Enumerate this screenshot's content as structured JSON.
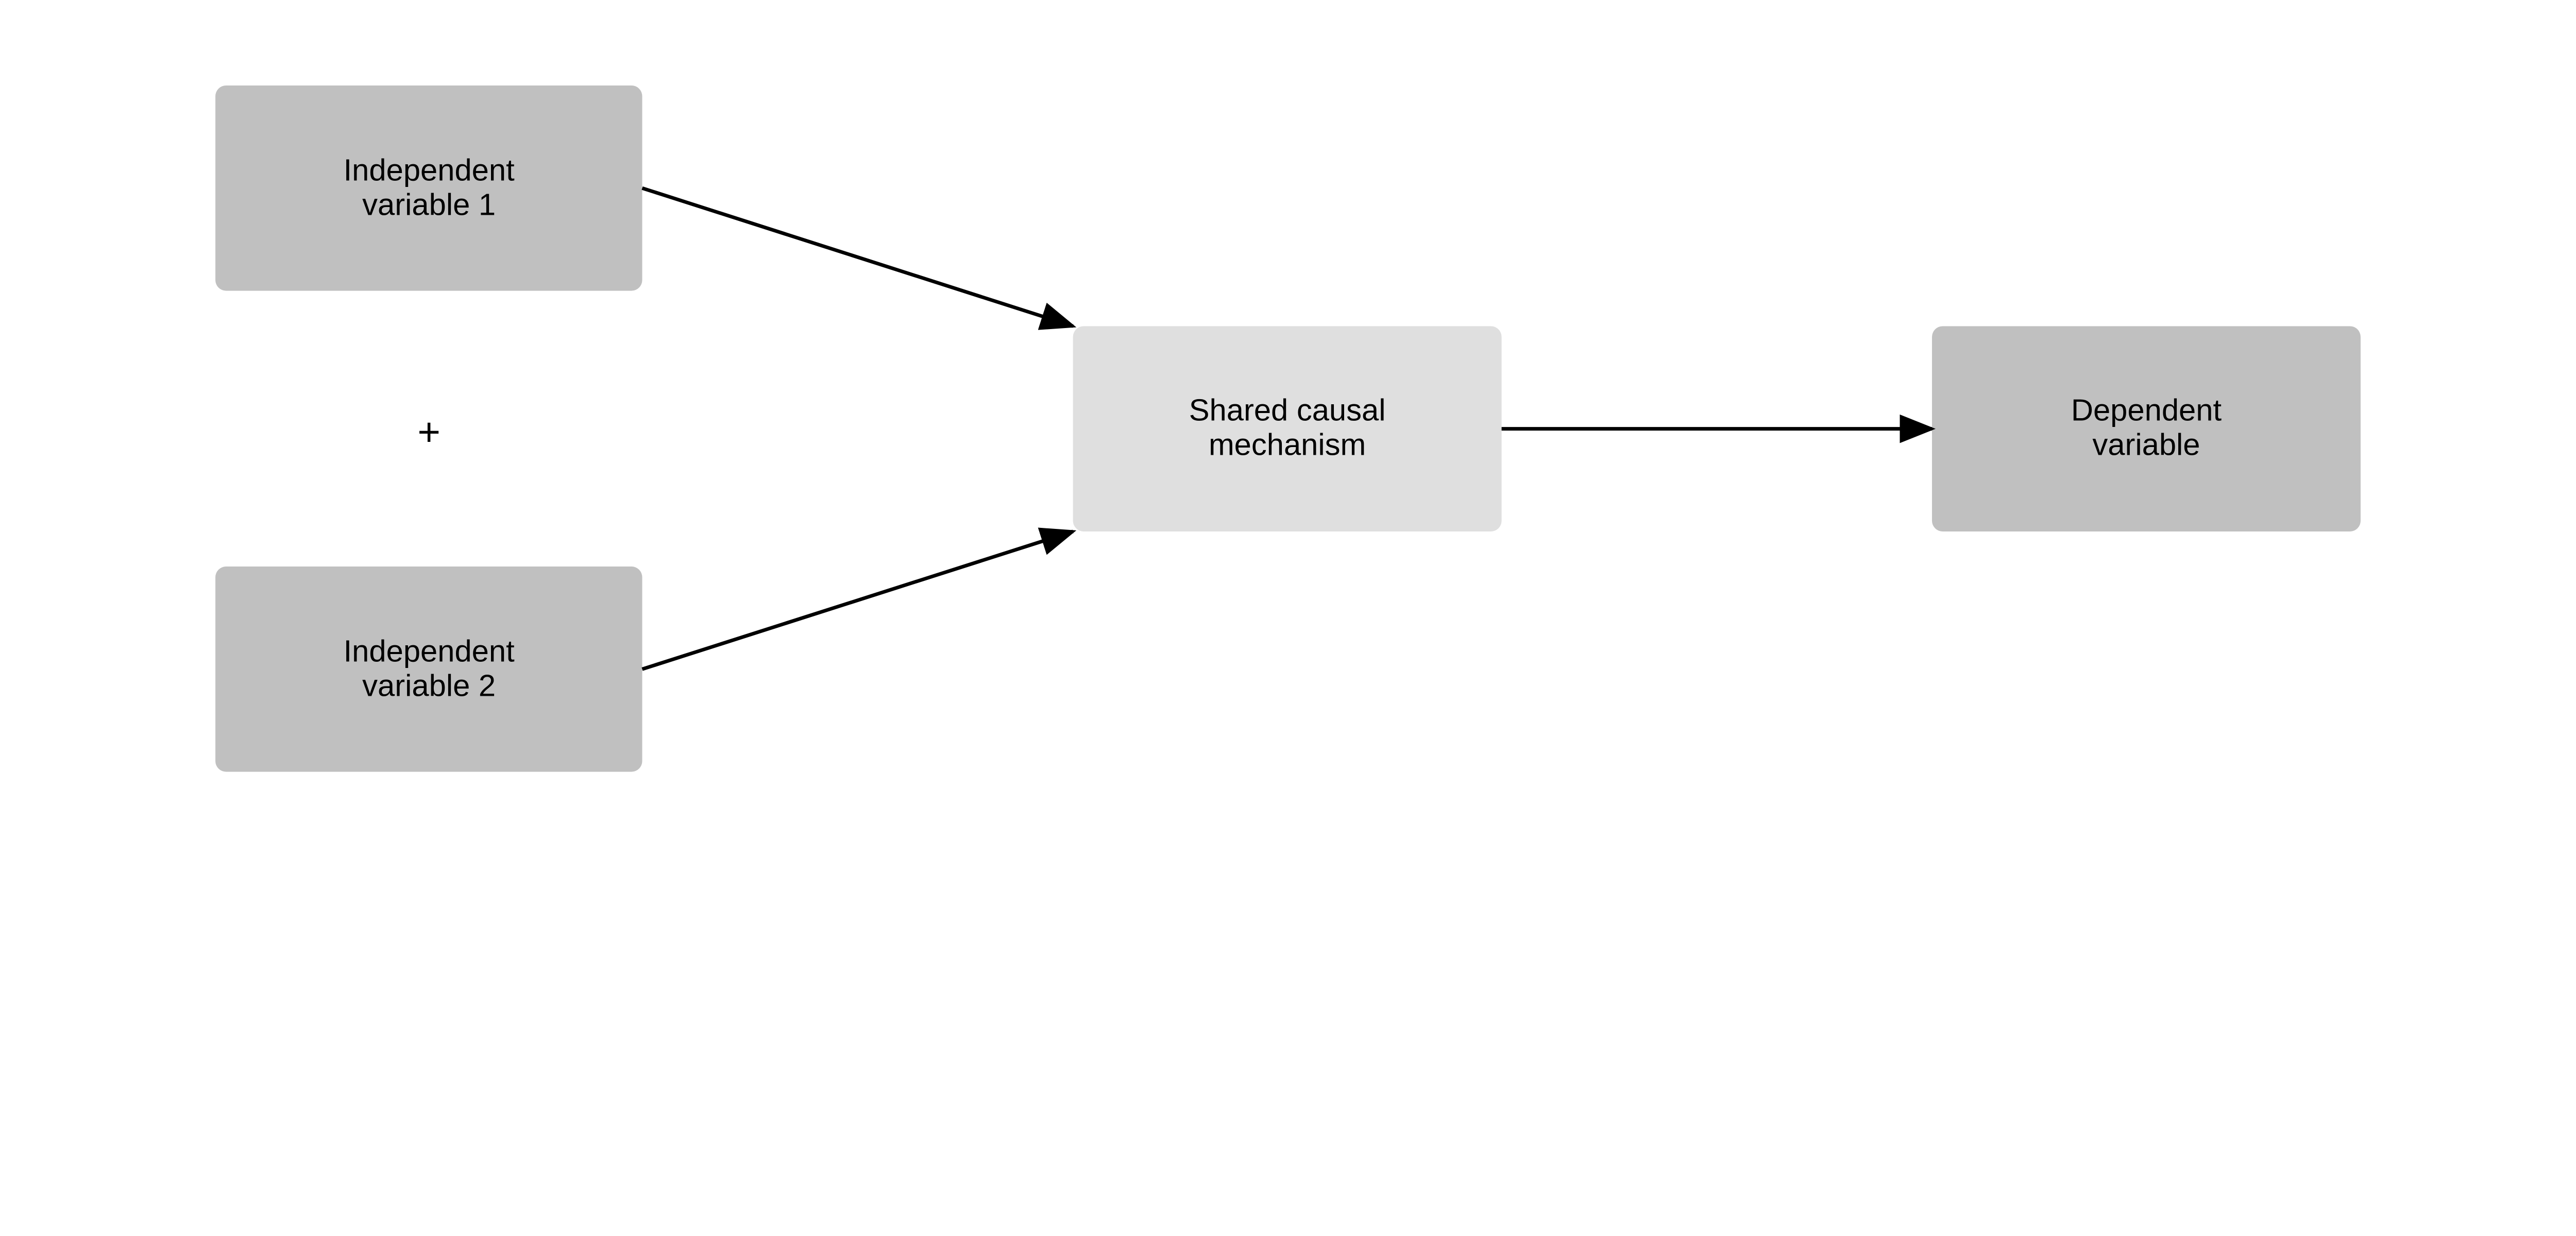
{
  "nodes": {
    "iv1": {
      "line1": "Independent",
      "line2": "variable 1",
      "fill": "#c0c0c0"
    },
    "iv2": {
      "line1": "Independent",
      "line2": "variable 2",
      "fill": "#c0c0c0"
    },
    "mechanism": {
      "line1": "Shared causal",
      "line2": "mechanism",
      "fill": "#dfdfdf"
    },
    "dv": {
      "line1": "Dependent",
      "line2": "variable",
      "fill": "#c0c0c0"
    }
  },
  "plus": "+"
}
